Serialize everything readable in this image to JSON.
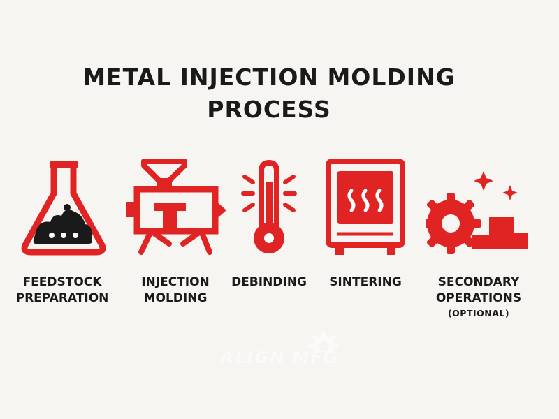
{
  "title": {
    "line1": "METAL INJECTION MOLDING",
    "line2": "PROCESS"
  },
  "colors": {
    "accent": "#e02424",
    "dark": "#1a1a1a",
    "background": "#f7f5f2"
  },
  "steps": [
    {
      "icon": "flask-icon",
      "lines": [
        "FEEDSTOCK",
        "PREPARATION"
      ]
    },
    {
      "icon": "injection-machine-icon",
      "lines": [
        "INJECTION",
        "MOLDING"
      ]
    },
    {
      "icon": "thermometer-icon",
      "lines": [
        "DEBINDING"
      ]
    },
    {
      "icon": "furnace-icon",
      "lines": [
        "SINTERING"
      ]
    },
    {
      "icon": "gear-sparkle-icon",
      "lines": [
        "SECONDARY",
        "OPERATIONS"
      ],
      "note": "(OPTIONAL)"
    }
  ],
  "watermark": {
    "text": "ALIGN MFG"
  }
}
